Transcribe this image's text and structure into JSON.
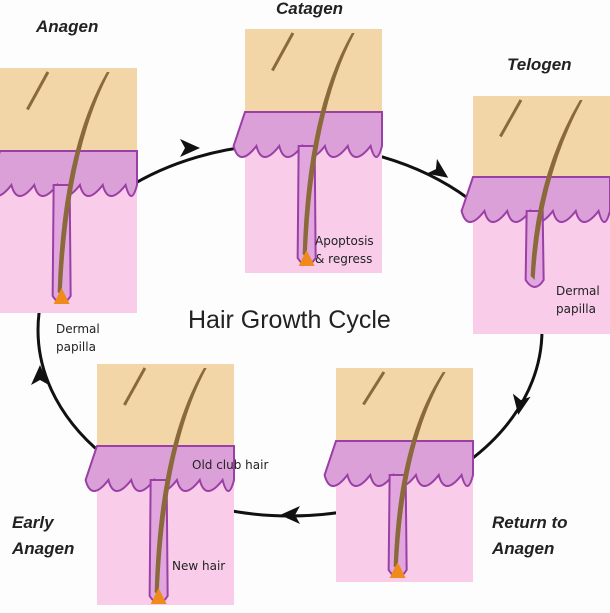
{
  "title": "Hair Growth Cycle",
  "stages": {
    "anagen": "Anagen",
    "catagen": "Catagen",
    "telogen": "Telogen",
    "return_to_anagen": [
      "Return to",
      "Anagen"
    ],
    "early_anagen": [
      "Early",
      "Anagen"
    ]
  },
  "annotations": {
    "anagen_papilla": [
      "Dermal",
      "papilla"
    ],
    "catagen": [
      "Apoptosis",
      "& regress"
    ],
    "telogen_papilla": [
      "Dermal",
      "papilla"
    ],
    "old_club_hair": "Old club hair",
    "new_hair": "New hair"
  },
  "colors": {
    "skin_top": "#f3d6a8",
    "dermis_band": "#dca0d8",
    "dermis": "#f9cdea",
    "hair": "#8a6a3a",
    "follicle": "#9a3fa5",
    "papilla": "#f08a1a",
    "arrow": "#111"
  }
}
